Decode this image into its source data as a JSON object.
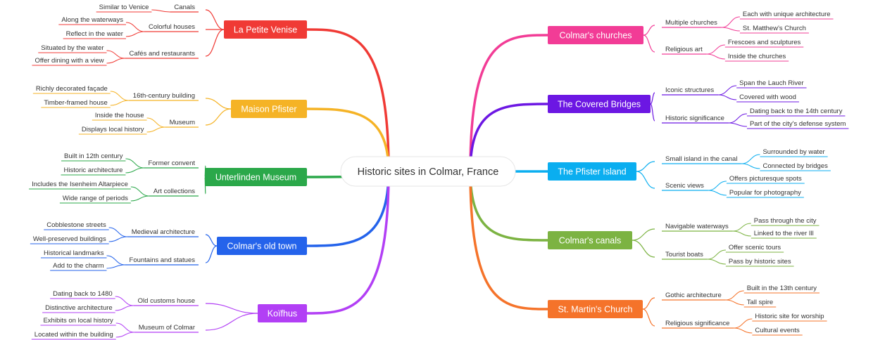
{
  "central_topic": "Historic sites in Colmar, France",
  "branches": [
    {
      "label": "La Petite Venise",
      "color": "#f03a35",
      "side": "left",
      "children": [
        {
          "label": "Canals",
          "children": [
            "Similar to Venice"
          ]
        },
        {
          "label": "Colorful houses",
          "children": [
            "Along the waterways",
            "Reflect in the water"
          ]
        },
        {
          "label": "Cafés and restaurants",
          "children": [
            "Situated by the water",
            "Offer dining with a view"
          ]
        }
      ]
    },
    {
      "label": "Maison Pfister",
      "color": "#f5b326",
      "side": "left",
      "children": [
        {
          "label": "16th-century building",
          "children": [
            "Richly decorated façade",
            "Timber-framed house"
          ]
        },
        {
          "label": "Museum",
          "children": [
            "Inside the house",
            "Displays local history"
          ]
        }
      ]
    },
    {
      "label": "Unterlinden Museum",
      "color": "#2ba84a",
      "side": "left",
      "children": [
        {
          "label": "Former convent",
          "children": [
            "Built in 12th century",
            "Historic architecture"
          ]
        },
        {
          "label": "Art collections",
          "children": [
            "Includes the Isenheim Altarpiece",
            "Wide range of periods"
          ]
        }
      ]
    },
    {
      "label": "Colmar's old town",
      "color": "#2463eb",
      "side": "left",
      "children": [
        {
          "label": "Medieval architecture",
          "children": [
            "Cobblestone streets",
            "Well-preserved buildings"
          ]
        },
        {
          "label": "Fountains and statues",
          "children": [
            "Historical landmarks",
            "Add to the charm"
          ]
        }
      ]
    },
    {
      "label": "Koïfhus",
      "color": "#b23ff5",
      "side": "left",
      "children": [
        {
          "label": "Old customs house",
          "children": [
            "Dating back to 1480",
            "Distinctive architecture"
          ]
        },
        {
          "label": "Museum of Colmar",
          "children": [
            "Exhibits on local history",
            "Located within the building"
          ]
        }
      ]
    },
    {
      "label": "Colmar's churches",
      "color": "#f23c96",
      "side": "right",
      "children": [
        {
          "label": "Multiple churches",
          "children": [
            "Each with unique architecture",
            "St. Matthew's Church"
          ]
        },
        {
          "label": "Religious art",
          "children": [
            "Frescoes and sculptures",
            "Inside the churches"
          ]
        }
      ]
    },
    {
      "label": "The Covered Bridges",
      "color": "#6c17e3",
      "side": "right",
      "children": [
        {
          "label": "Iconic structures",
          "children": [
            "Span the Lauch River",
            "Covered with wood"
          ]
        },
        {
          "label": "Historic significance",
          "children": [
            "Dating back to the 14th century",
            "Part of the city's defense system"
          ]
        }
      ]
    },
    {
      "label": "The Pfister Island",
      "color": "#0aaef0",
      "side": "right",
      "children": [
        {
          "label": "Small island in the canal",
          "children": [
            "Surrounded by water",
            "Connected by bridges"
          ]
        },
        {
          "label": "Scenic views",
          "children": [
            "Offers picturesque spots",
            "Popular for photography"
          ]
        }
      ]
    },
    {
      "label": "Colmar's canals",
      "color": "#7cb342",
      "side": "right",
      "children": [
        {
          "label": "Navigable waterways",
          "children": [
            "Pass through the city",
            "Linked to the river Ill"
          ]
        },
        {
          "label": "Tourist boats",
          "children": [
            "Offer scenic tours",
            "Pass by historic sites"
          ]
        }
      ]
    },
    {
      "label": "St. Martin's Church",
      "color": "#f5732a",
      "side": "right",
      "children": [
        {
          "label": "Gothic architecture",
          "children": [
            "Built in the 13th century",
            "Tall spire"
          ]
        },
        {
          "label": "Religious significance",
          "children": [
            "Historic site for worship",
            "Cultural events"
          ]
        }
      ]
    }
  ]
}
